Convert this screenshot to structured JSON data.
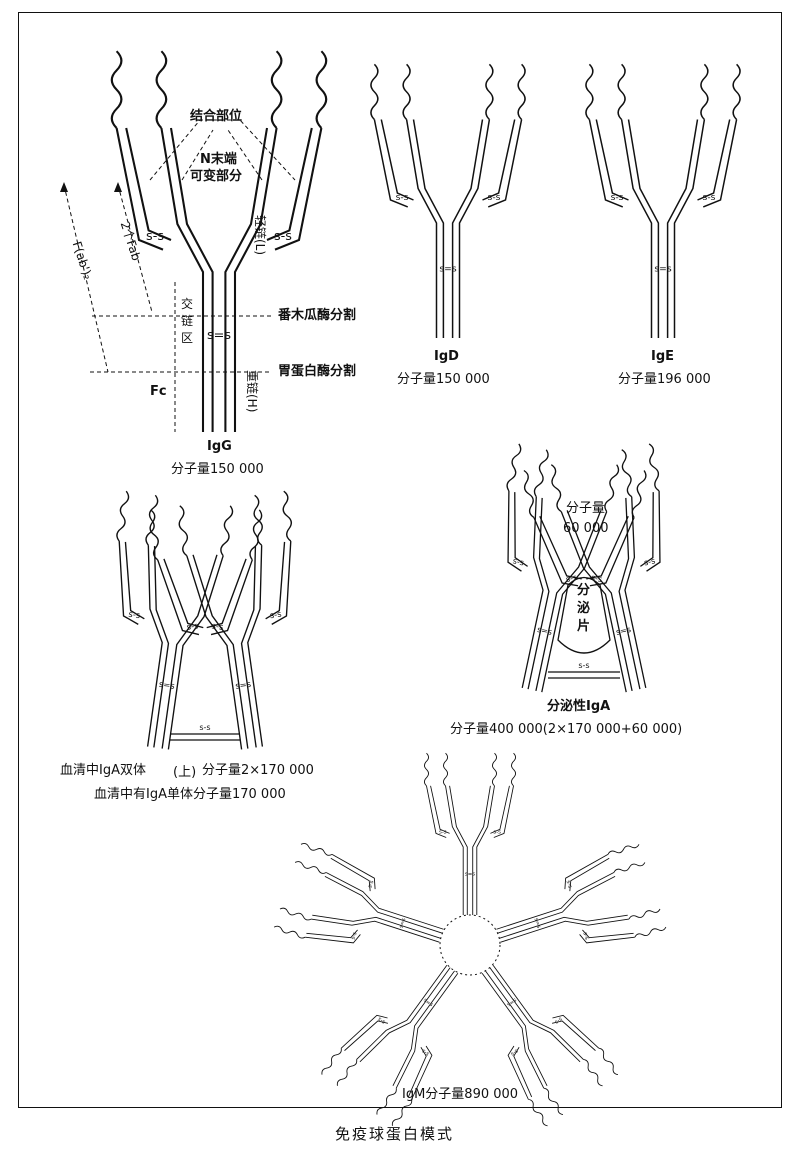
{
  "caption": "免疫球蛋白模式",
  "disulfide": "s-s",
  "igg": {
    "binding_site": "结合部位",
    "n_terminal": "N末端",
    "variable": "可变部分",
    "light_chain": "轻链(L)",
    "heavy_chain": "重链(H)",
    "hinge_1": "交",
    "hinge_2": "链",
    "hinge_3": "区",
    "fab2": "F(ab')₂",
    "two_fab": "2个Fab",
    "fc": "Fc",
    "papain": "番木瓜酶分割",
    "pepsin": "胃蛋白酶分割",
    "name": "IgG",
    "mw": "分子量150 000"
  },
  "igd": {
    "name": "IgD",
    "mw": "分子量150 000"
  },
  "ige": {
    "name": "IgE",
    "mw": "分子量196 000"
  },
  "siga": {
    "sc_mw_1": "分子量",
    "sc_mw_2": "60 000",
    "sc_1": "分",
    "sc_2": "泌",
    "sc_3": "片",
    "name": "分泌性IgA",
    "mw": "分子量400 000(2×170 000+60 000)"
  },
  "iga_serum": {
    "line1_a": "血清中IgA双体",
    "line1_b": "(上)",
    "line1_c": "分子量2×170  000",
    "line2": "血清中有IgA单体分子量170 000"
  },
  "igm": {
    "mw": "IgM分子量890 000"
  }
}
